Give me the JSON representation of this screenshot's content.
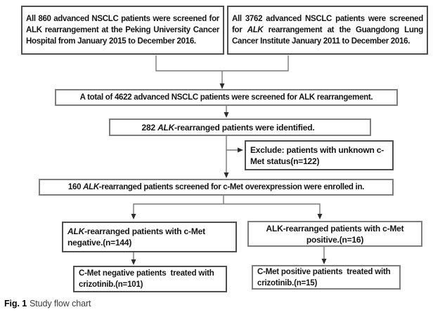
{
  "figure": {
    "caption_label": "Fig. 1",
    "caption_text": "Study flow chart"
  },
  "colors": {
    "box_border_dark": "#4f4f4f",
    "box_border_mid": "#7d7d7d",
    "connector": "#7a7a7a",
    "arrowhead": "#2d2d2d",
    "text": "#151515"
  },
  "nodes": {
    "peking": {
      "text": "All 860  advanced NSCLC patients were screened for ALK rearrangement at the Peking University Cancer Hospital from January 2015 to December 2016."
    },
    "guangdong": {
      "pre": "All 3762 advanced NSCLC patients were screened for ",
      "em": "ALK",
      "post": " rearrangement at the Guangdong Lung Cancer Institute January 2011 to December 2016."
    },
    "total": {
      "text": "A total of 4622 advanced NSCLC patients were screened for ALK rearrangement."
    },
    "identified": {
      "pre": "282 ",
      "em": "ALK",
      "post": "-rearranged patients were identified."
    },
    "exclude": {
      "text": "Exclude: patients with unknown c-Met status(n=122)"
    },
    "enrolled": {
      "pre": "160 ",
      "em": "ALK",
      "post": "-rearranged patients screened for c-Met overexpression were enrolled in."
    },
    "cmet_negative": {
      "em": "ALK",
      "post": "-rearranged patients with c-Met negative.(n=144)"
    },
    "cmet_positive": {
      "text": "ALK-rearranged patients with c-Met positive.(n=16)"
    },
    "treated_negative": {
      "text": "C-Met negative patients  treated with crizotinib.(n=101)"
    },
    "treated_positive": {
      "text": "C-Met positive patients  treated with crizotinib.(n=15)"
    }
  }
}
